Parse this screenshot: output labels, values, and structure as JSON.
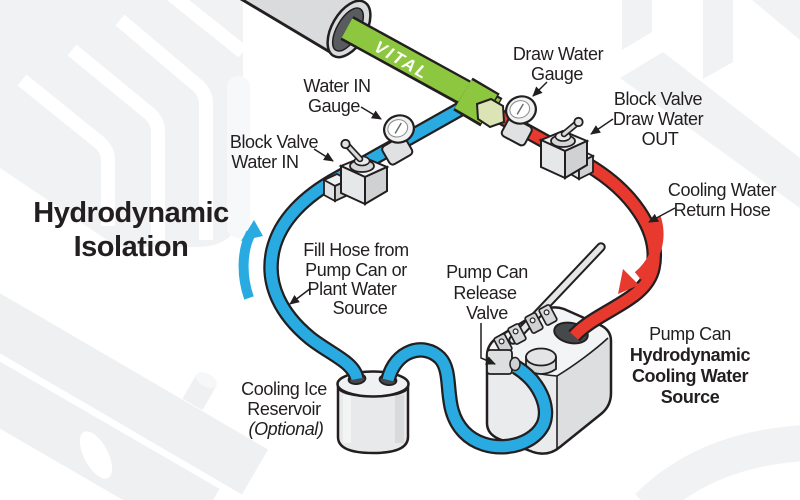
{
  "title": {
    "line1": "Hydrodynamic",
    "line2": "Isolation"
  },
  "probe_label": "VITAL",
  "labels": {
    "water_in_gauge": {
      "l1": "Water IN",
      "l2": "Gauge"
    },
    "block_valve_water_in": {
      "l1": "Block Valve",
      "l2": "Water IN"
    },
    "draw_water_gauge": {
      "l1": "Draw Water",
      "l2": "Gauge"
    },
    "block_valve_draw_water_out": {
      "l1": "Block Valve",
      "l2": "Draw Water",
      "l3": "OUT"
    },
    "cooling_water_return_hose": {
      "l1": "Cooling Water",
      "l2": "Return Hose"
    },
    "fill_hose": {
      "l1": "Fill Hose from",
      "l2": "Pump Can or",
      "l3": "Plant Water",
      "l4": "Source"
    },
    "pump_can_release_valve": {
      "l1": "Pump Can",
      "l2": "Release",
      "l3": "Valve"
    },
    "pump_can_source": {
      "l1": "Pump Can",
      "l2": "Hydrodynamic",
      "l3": "Cooling Water",
      "l4": "Source"
    },
    "cooling_ice_reservoir": {
      "l1": "Cooling Ice",
      "l2": "Reservoir",
      "l3": "(Optional)"
    }
  },
  "colors": {
    "hose_blue": "#29abe2",
    "hose_red": "#e8392e",
    "probe_green": "#8dc63f",
    "nut_olive": "#dce3b4",
    "outline": "#231f20",
    "fitting_light": "#e9eaeb",
    "fitting_dark": "#d2d4d6",
    "pipe_gray": "#d9dbdc",
    "pipe_interior": "#595c5f",
    "watermark_gray": "#f1f2f4"
  }
}
